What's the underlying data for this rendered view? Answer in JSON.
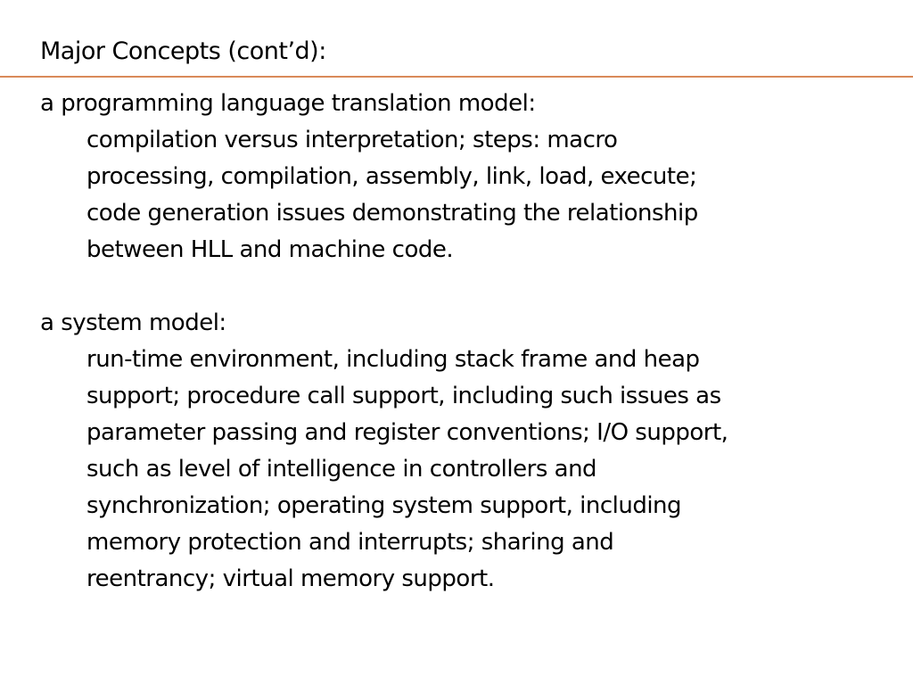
{
  "slide": {
    "title": "Major Concepts (cont’d):",
    "rule_color": "#d98a5a",
    "sections": [
      {
        "heading": "a programming language translation model:",
        "lines": [
          "compilation versus interpretation; steps: macro",
          "processing, compilation, assembly, link, load, execute;",
          "code generation issues demonstrating the relationship",
          "between HLL and machine code."
        ]
      },
      {
        "heading": "a system model:",
        "lines": [
          "run-time environment, including stack frame and heap",
          "support; procedure call support, including such issues as",
          "parameter passing and register conventions; I/O support,",
          "such as level of intelligence in controllers and",
          "synchronization; operating system support, including",
          "memory protection and interrupts; sharing and",
          "reentrancy; virtual memory support."
        ]
      }
    ]
  }
}
